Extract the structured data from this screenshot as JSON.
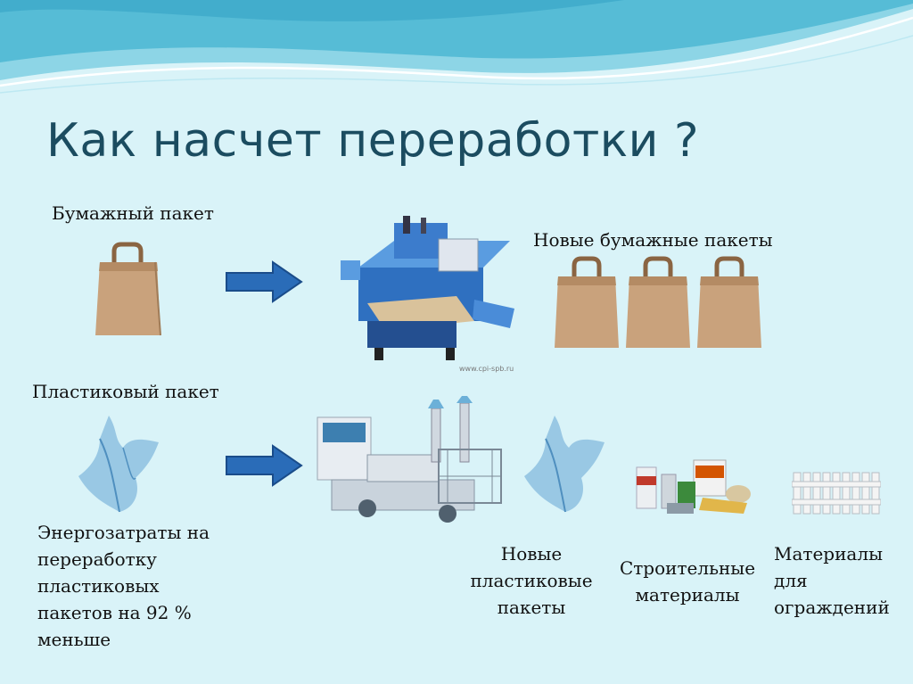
{
  "slide": {
    "title": "Как насчет переработки ?",
    "paper_bag_label": "Бумажный пакет",
    "new_paper_bags_label": "Новые бумажные пакеты",
    "plastic_bag_label": "Пластиковый пакет",
    "energy_note_lines": [
      "Энергозатраты на",
      "переработку",
      "пластиковых",
      "пакетов на 92 %",
      "меньше"
    ],
    "new_plastic_bags_lines": [
      "Новые",
      "пластиковые",
      "пакеты"
    ],
    "building_materials_lines": [
      "Строительные",
      "материалы"
    ],
    "fence_materials_lines": [
      "Материалы",
      "для",
      "ограждений"
    ],
    "machine_watermark": "www.cpi-spb.ru"
  },
  "icons": {
    "paper_bag": "paper-bag-icon",
    "arrow": "right-arrow-icon",
    "paper_machine": "bag-making-machine-image",
    "plastic_bag": "plastic-bag-icon",
    "extruder": "film-extruder-image",
    "materials": "building-materials-image",
    "fence": "fence-image"
  },
  "colors": {
    "background": "#d9f3f8",
    "title": "#1b4c60",
    "arrow": "#2a6cb8",
    "kraft": "#c9a27c",
    "plastic": "#7fb5d6"
  }
}
